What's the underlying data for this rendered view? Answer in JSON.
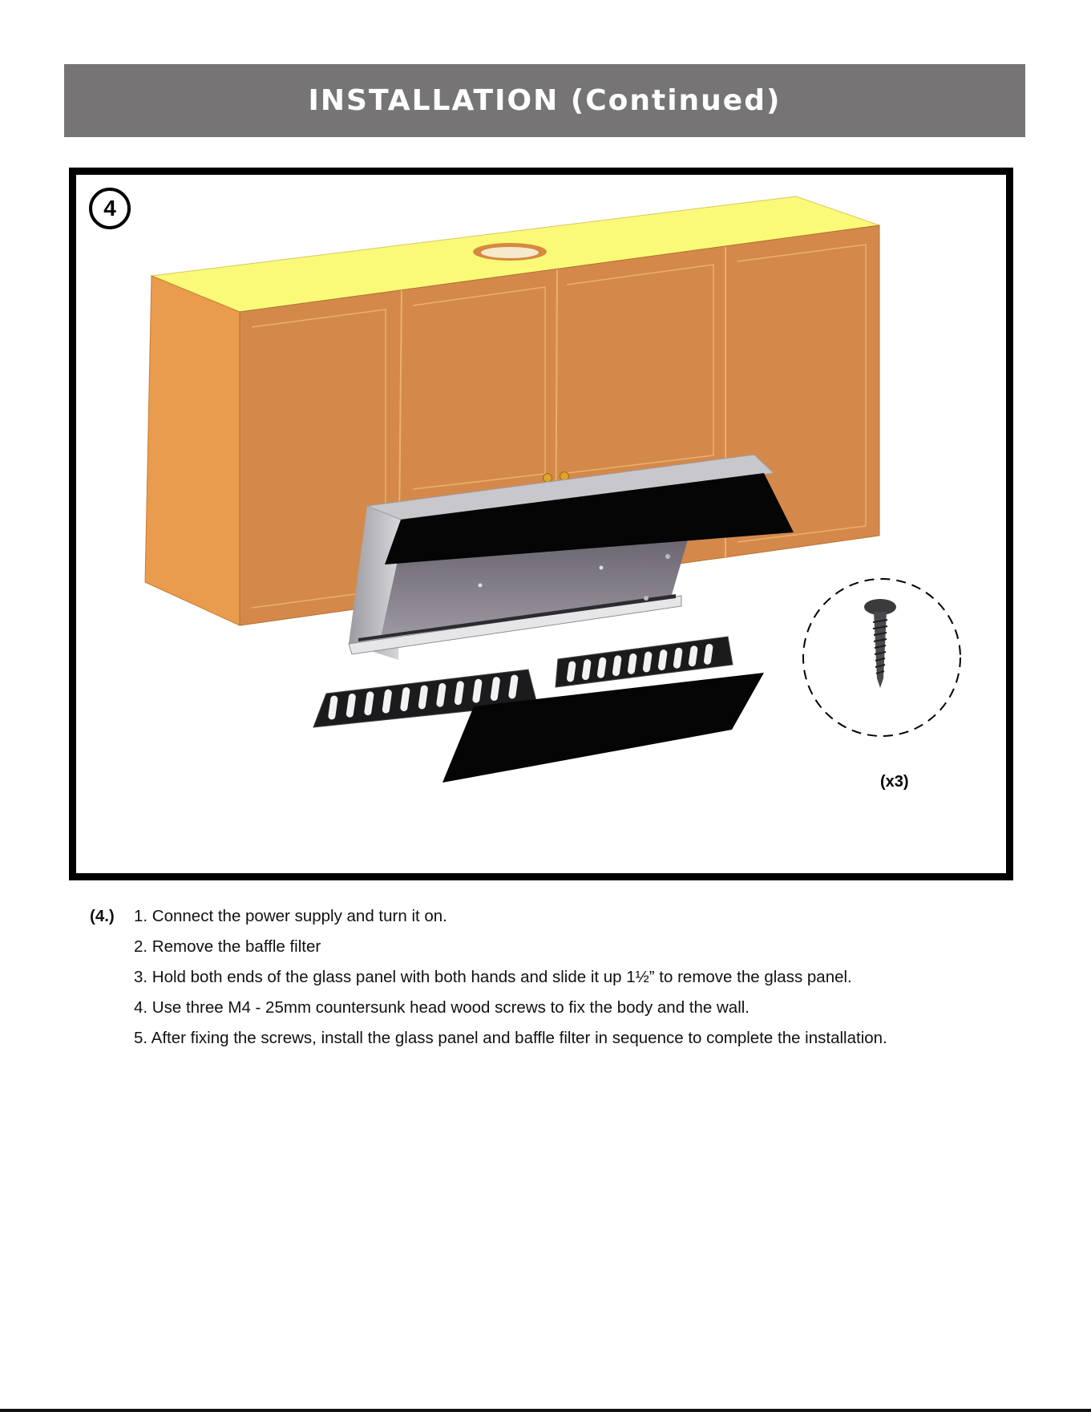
{
  "header": {
    "title": "INSTALLATION (Continued)"
  },
  "figure": {
    "step_number": "4",
    "screw_quantity": "(x3)",
    "colors": {
      "cabinet_top": "#fafa78",
      "cabinet_front": "#d4894b",
      "cabinet_side": "#e99c4d",
      "hood_steel": "#c8c8cc",
      "glass_black": "#050505"
    }
  },
  "instructions": {
    "section_marker": "(4.)",
    "steps": [
      "1. Connect the power supply and turn it on.",
      "2. Remove the baffle filter",
      "3. Hold both ends of the glass panel with both hands and slide it up 1½” to remove the glass panel.",
      "4. Use three M4 - 25mm countersunk head wood screws to fix the body and the wall.",
      "5. After fixing the screws, install the glass panel and baffle filter in sequence to complete the installation."
    ]
  }
}
